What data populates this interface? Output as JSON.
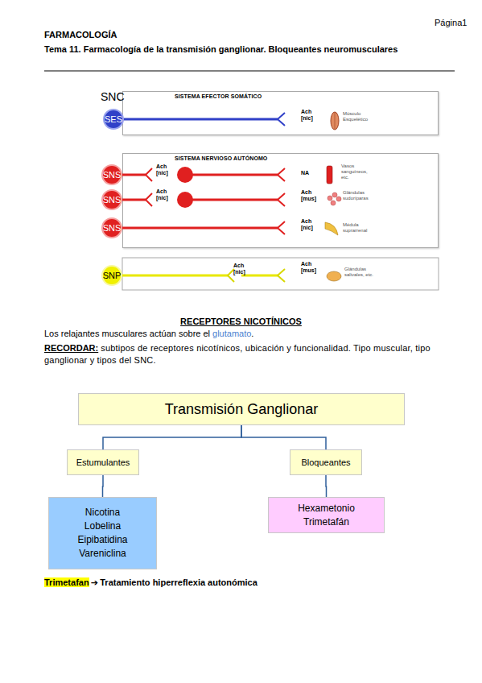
{
  "diagram": {
    "title": "Tema 11. Farmacología de la transmisión ganglionar. Bloqueantes neuromusculares",
    "nodes": [
      {
        "text": [
          "SISTEMA EFECTOR SOMÁTICO"
        ]
      },
      {
        "text": [
          "SES"
        ]
      },
      {
        "text": [
          "SISTEMA NERVIOSO AUTÓNOMO"
        ]
      },
      {
        "text": [
          "SNS"
        ]
      },
      {
        "text": [
          "SNS"
        ]
      },
      {
        "text": [
          "SNS"
        ]
      },
      {
        "text": [
          "SNP"
        ]
      },
      {
        "text": [
          "Transmisión Ganglionar"
        ]
      },
      {
        "text": [
          "Estumulantes"
        ]
      },
      {
        "text": [
          "Bloqueantes"
        ]
      },
      {
        "text": [
          "Nicotina",
          "Lobelina",
          "Eipibatidina",
          "Vareniclina"
        ]
      },
      {
        "text": [
          "Hexametonio",
          "Trimetafán"
        ]
      }
    ],
    "edges": [
      {
        "from": 7,
        "to": 8,
        "arrow": "none"
      },
      {
        "from": 7,
        "to": 9,
        "arrow": "none"
      },
      {
        "from": 8,
        "to": 10,
        "arrow": "none"
      },
      {
        "from": 9,
        "to": 11,
        "arrow": "none"
      }
    ],
    "labels": [
      "Página1",
      "FARMACOLOGÍA",
      "SNC",
      "Ach [nic]",
      "Músculo Esquelético",
      "Ach [nic]",
      "NA",
      "Vasos sanguíneos, etc.",
      "Ach [nic]",
      "Ach [mus]",
      "Glándulas sudoríparas",
      "Ach [nic]",
      "Médula suprarrenal",
      "Ach [nic]",
      "Ach [mus]",
      "Glándulas salivales, etc.",
      "RECEPTORES NICOTÍNICOS",
      "Los relajantes musculares actúan sobre el",
      "glutamato",
      ".",
      "RECORDAR:",
      "subtipos de receptores nicotínicos, ubicación y funcionalidad. Tipo muscular, tipo ganglionar y tipos del SNC.",
      "Trimetafan",
      "➔",
      "Tratamiento hiperreflexia autonómica"
    ]
  }
}
